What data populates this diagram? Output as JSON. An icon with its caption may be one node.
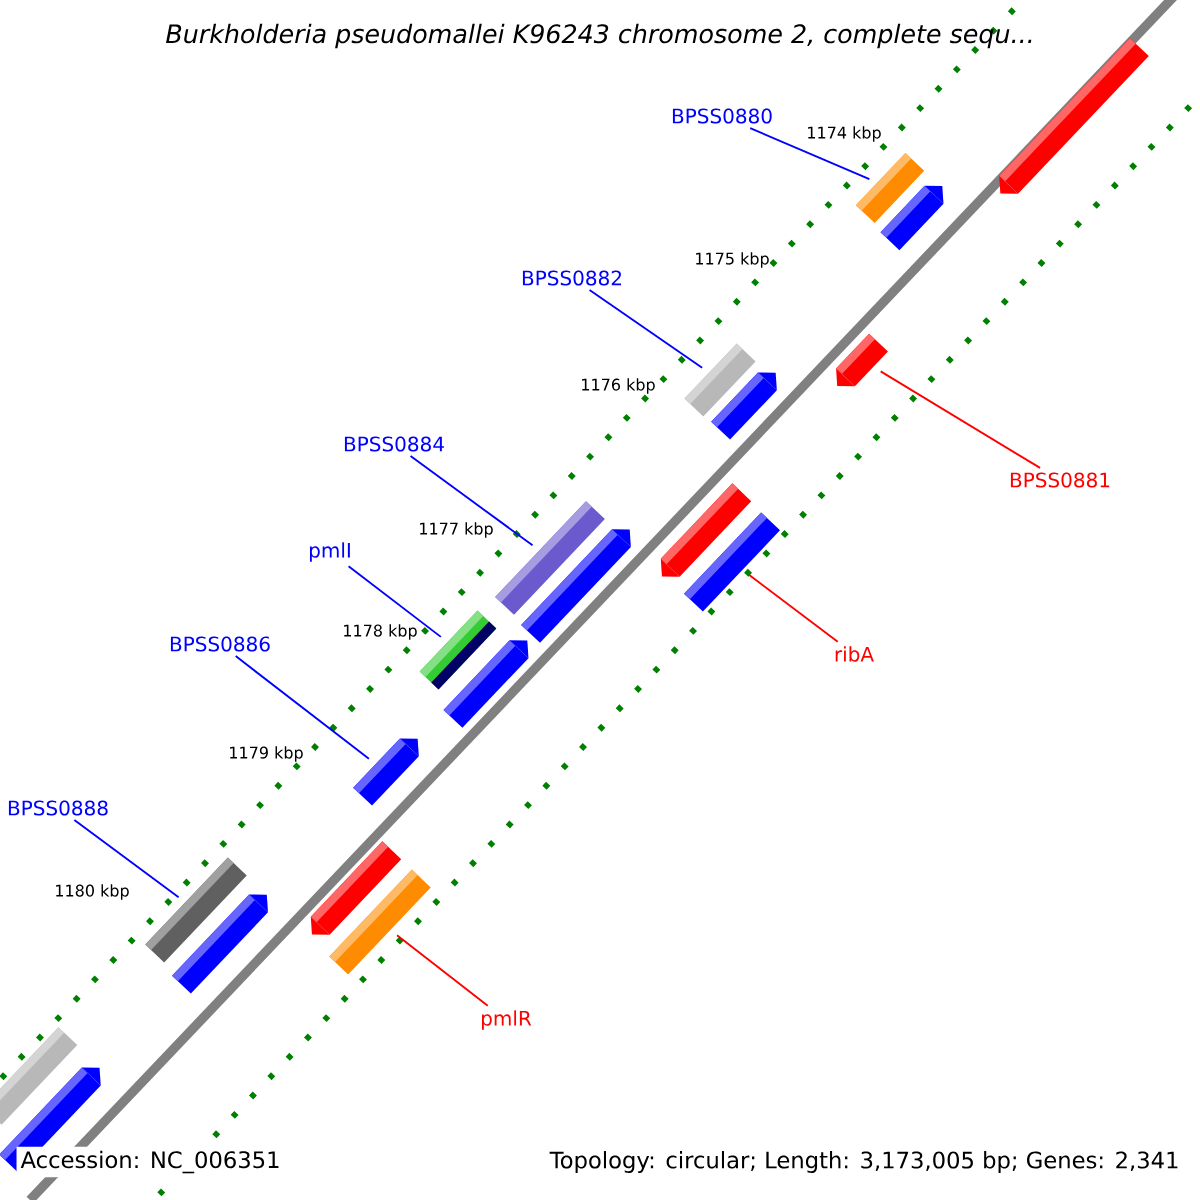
{
  "diagram": {
    "title": "*Burkholderia pseudomallei* K96243 chromosome 2, complete sequ...",
    "nodes": [
      {
        "text": [
          "BPSS0880"
        ]
      },
      {
        "text": [
          "BPSS0882"
        ]
      },
      {
        "text": [
          "BPSS0884"
        ]
      },
      {
        "text": [
          "pmlI"
        ]
      },
      {
        "text": [
          "BPSS0886"
        ]
      },
      {
        "text": [
          "BPSS0888"
        ]
      },
      {
        "text": [
          "BPSS0881"
        ]
      },
      {
        "text": [
          "ribA"
        ]
      },
      {
        "text": [
          "pmlR"
        ]
      },
      {
        "text": [],
        "shape": "bar"
      },
      {
        "text": [],
        "shape": "bar"
      },
      {
        "text": [],
        "shape": "bar"
      },
      {
        "text": [],
        "shape": "bar"
      },
      {
        "text": [],
        "shape": "bar"
      },
      {
        "text": [],
        "shape": "bar"
      },
      {
        "text": [],
        "shape": "bar"
      },
      {
        "text": [],
        "shape": "bar"
      },
      {
        "text": [],
        "shape": "bar"
      },
      {
        "text": [],
        "shape": "bar"
      },
      {
        "text": [],
        "shape": "bar"
      },
      {
        "text": [],
        "shape": "bar"
      },
      {
        "text": [],
        "shape": "bar"
      },
      {
        "text": [],
        "shape": "bar"
      },
      {
        "text": [],
        "shape": "bar"
      },
      {
        "text": [],
        "shape": "bar"
      },
      {
        "text": [],
        "shape": "bar"
      },
      {
        "text": [],
        "shape": "bar"
      },
      {
        "text": [],
        "shape": "bar"
      }
    ],
    "edges": [
      {
        "from": 0,
        "to": 10,
        "arrow": "none"
      },
      {
        "from": 1,
        "to": 13,
        "arrow": "none"
      },
      {
        "from": 2,
        "to": 16,
        "arrow": "none"
      },
      {
        "from": 3,
        "to": 19,
        "arrow": "none"
      },
      {
        "from": 4,
        "to": 21,
        "arrow": "none"
      },
      {
        "from": 5,
        "to": 23,
        "arrow": "none"
      },
      {
        "from": 6,
        "to": 12,
        "arrow": "none",
        "color": "#ff0000"
      },
      {
        "from": 7,
        "to": 17,
        "arrow": "none",
        "color": "#ff0000"
      },
      {
        "from": 8,
        "to": 24,
        "arrow": "none",
        "color": "#ff0000"
      }
    ],
    "labels": [
      "1174 kbp",
      "1175 kbp",
      "1176 kbp",
      "1177 kbp",
      "1178 kbp",
      "1179 kbp",
      "1180 kbp",
      "Accession: NC_006351",
      "Topology: circular; Length: 3,173,005 bp; Genes: 2,341"
    ]
  }
}
